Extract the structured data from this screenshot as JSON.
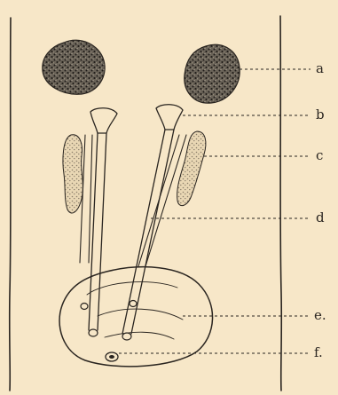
{
  "figure": {
    "labels": {
      "a": "a",
      "b": "b",
      "c": "c",
      "d": "d",
      "e": "e.",
      "f": "f."
    }
  }
}
